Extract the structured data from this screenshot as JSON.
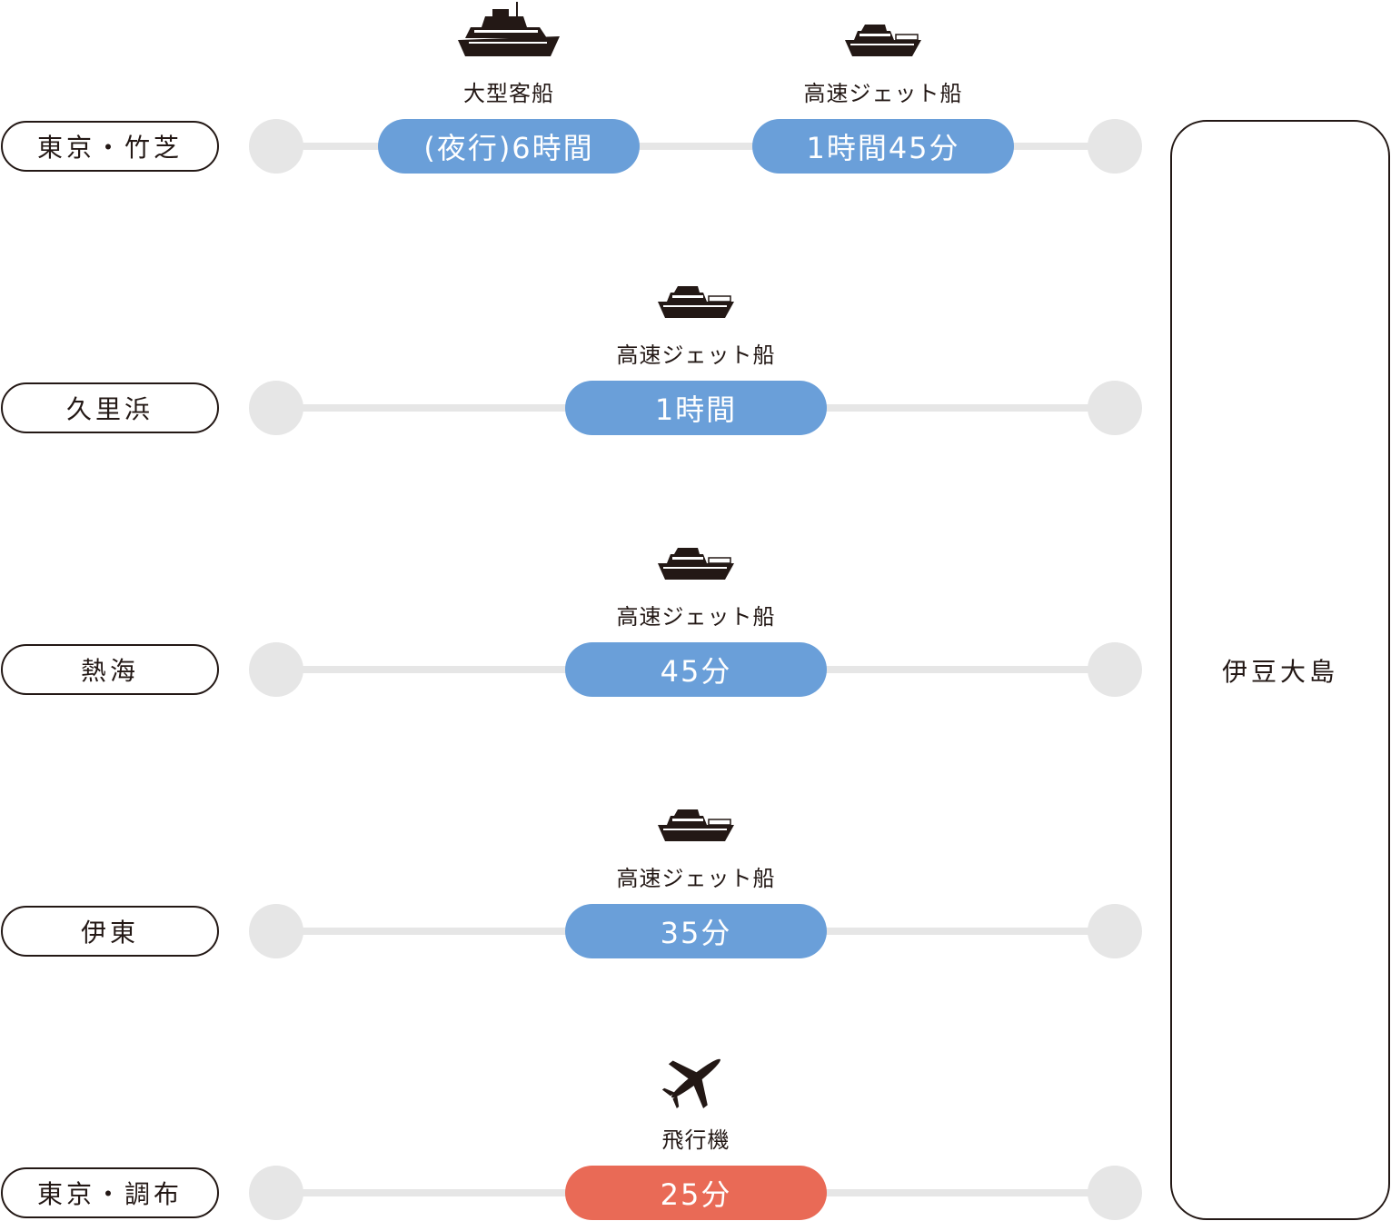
{
  "colors": {
    "ship": "#6a9fd9",
    "plane": "#e96a56",
    "track": "#e6e6e6",
    "ink": "#231815"
  },
  "destination": "伊豆大島",
  "routes": [
    {
      "origin": "東京・竹芝",
      "legs": [
        {
          "mode": "大型客船",
          "icon": "large-ship-icon",
          "time": "(夜行)6時間"
        },
        {
          "mode": "高速ジェット船",
          "icon": "jet-boat-icon",
          "time": "1時間45分"
        }
      ]
    },
    {
      "origin": "久里浜",
      "legs": [
        {
          "mode": "高速ジェット船",
          "icon": "jet-boat-icon",
          "time": "1時間"
        }
      ]
    },
    {
      "origin": "熱海",
      "legs": [
        {
          "mode": "高速ジェット船",
          "icon": "jet-boat-icon",
          "time": "45分"
        }
      ]
    },
    {
      "origin": "伊東",
      "legs": [
        {
          "mode": "高速ジェット船",
          "icon": "jet-boat-icon",
          "time": "35分"
        }
      ]
    },
    {
      "origin": "東京・調布",
      "legs": [
        {
          "mode": "飛行機",
          "icon": "airplane-icon",
          "time": "25分"
        }
      ]
    }
  ]
}
